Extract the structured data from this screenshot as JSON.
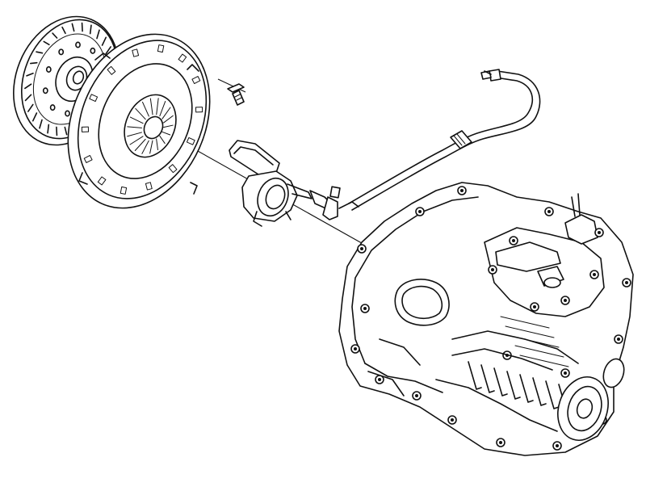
{
  "figure": {
    "style": "technical exploded-view line drawing",
    "colors": {
      "line": "#111111",
      "background": "#ffffff"
    },
    "components": [
      {
        "id": "clutch-disc"
      },
      {
        "id": "pressure-plate"
      },
      {
        "id": "mounting-bolt"
      },
      {
        "id": "concentric-slave-cylinder"
      },
      {
        "id": "hydraulic-clutch-line"
      },
      {
        "id": "transmission-housing"
      }
    ]
  }
}
